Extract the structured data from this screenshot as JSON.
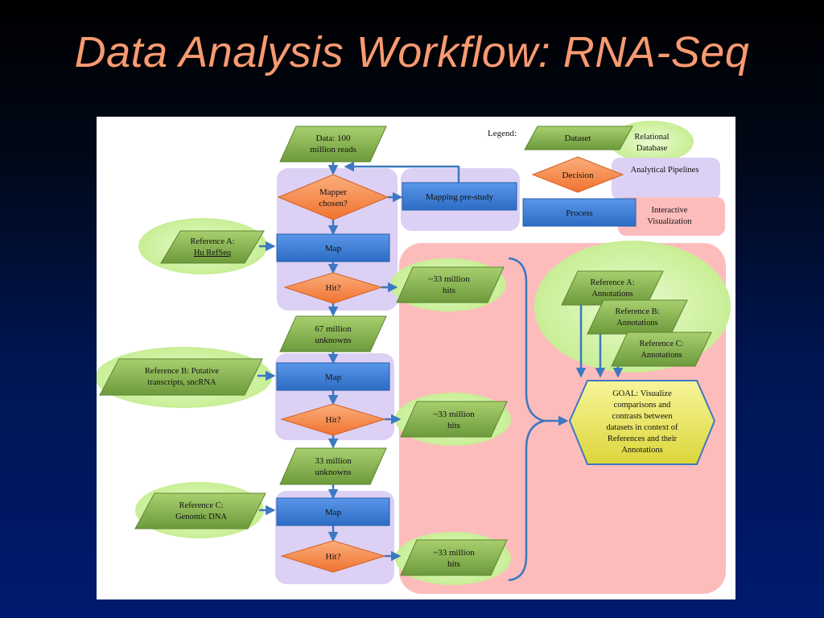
{
  "slide": {
    "title": "Data Analysis Workflow: RNA-Seq"
  },
  "legend": {
    "heading": "Legend:",
    "dataset": "Dataset",
    "relational_db": [
      "Relational",
      "Database"
    ],
    "decision": "Decision",
    "analytical": "Analytical Pipelines",
    "process": "Process",
    "interactive": [
      "Interactive",
      "Visualization"
    ]
  },
  "flow": {
    "data_input": [
      "Data: 100",
      "million reads"
    ],
    "mapper_decision": [
      "Mapper",
      "chosen?"
    ],
    "mapping_prestudy": "Mapping pre-study",
    "ref_a": [
      "Reference A:",
      "Hu RefSeq"
    ],
    "map1": "Map",
    "hit1": "Hit?",
    "hits1": [
      "~33 million",
      "hits"
    ],
    "unknowns1": [
      "67 million",
      "unknowns"
    ],
    "ref_b": [
      "Reference B: Putative",
      "transcripts, sncRNA"
    ],
    "map2": "Map",
    "hit2": "Hit?",
    "hits2": [
      "~33 million",
      "hits"
    ],
    "unknowns2": [
      "33 million",
      "unknowns"
    ],
    "ref_c": [
      "Reference C:",
      "Genomic DNA"
    ],
    "map3": "Map",
    "hit3": "Hit?",
    "hits3": [
      "~33 million",
      "hits"
    ]
  },
  "annotations": {
    "ref_a": [
      "Reference A:",
      "Annotations"
    ],
    "ref_b": [
      "Reference B:",
      "Annotations"
    ],
    "ref_c": [
      "Reference C:",
      "Annotations"
    ]
  },
  "goal": [
    "GOAL: Visualize",
    "comparisons and",
    "contrasts between",
    "datasets in context of",
    "References and their",
    "Annotations"
  ],
  "colors": {
    "dataset_green": "#7ea649",
    "decision_orange": "#f5803c",
    "process_blue": "#3b7dd8",
    "pipeline_purple": "#dccff5",
    "visualization_pink": "#fdbdbd",
    "database_green": "#d9f4b4",
    "goal_yellow": "#f2ef6a"
  }
}
